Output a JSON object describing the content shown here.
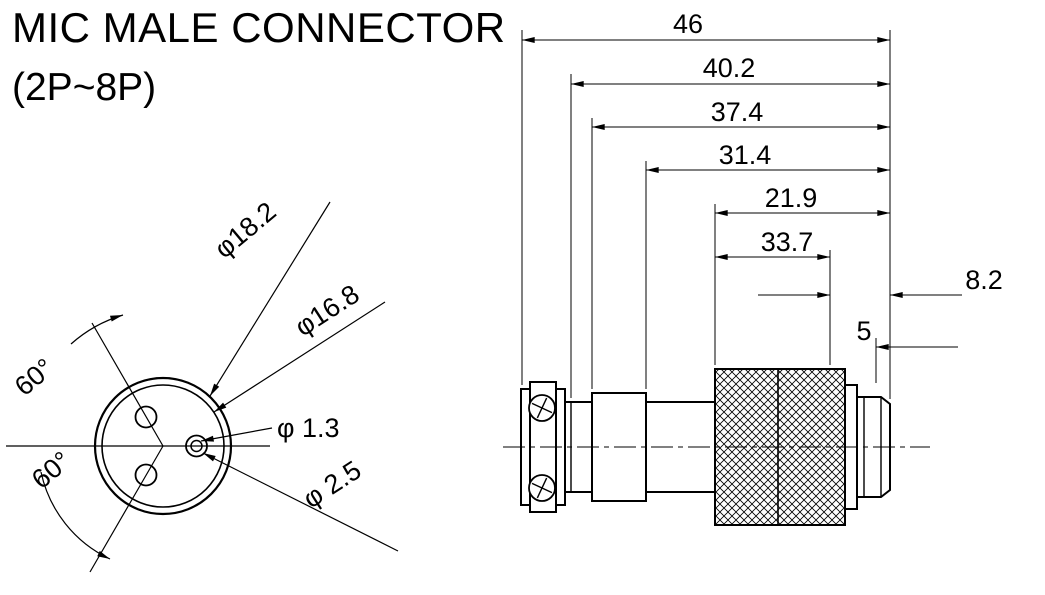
{
  "title": "MIC MALE CONNECTOR",
  "subtitle": "(2P~8P)",
  "front_view": {
    "dia_outer": "φ18.2",
    "dia_inner": "φ16.8",
    "dia_pin_small": "φ 1.3",
    "dia_pin_large": "φ 2.5",
    "angle_upper": "60°",
    "angle_lower": "60°"
  },
  "side_view": {
    "dim_46": "46",
    "dim_40_2": "40.2",
    "dim_37_4": "37.4",
    "dim_31_4": "31.4",
    "dim_21_9": "21.9",
    "dim_33_7": "33.7",
    "dim_8_2": "8.2",
    "dim_5": "5"
  }
}
